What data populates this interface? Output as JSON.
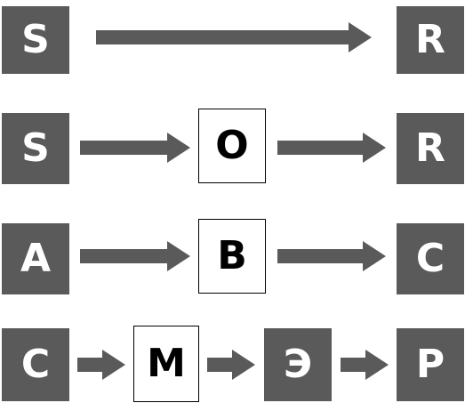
{
  "rows": [
    {
      "boxes": [
        "S",
        "R"
      ]
    },
    {
      "boxes": [
        "S",
        "O",
        "R"
      ]
    },
    {
      "boxes": [
        "A",
        "B",
        "C"
      ]
    },
    {
      "boxes": [
        "C",
        "M",
        "Э",
        "P"
      ]
    }
  ],
  "colors": {
    "dark_box": "#5a5a5a",
    "light_box": "#ffffff",
    "arrow": "#5a5a5a"
  }
}
